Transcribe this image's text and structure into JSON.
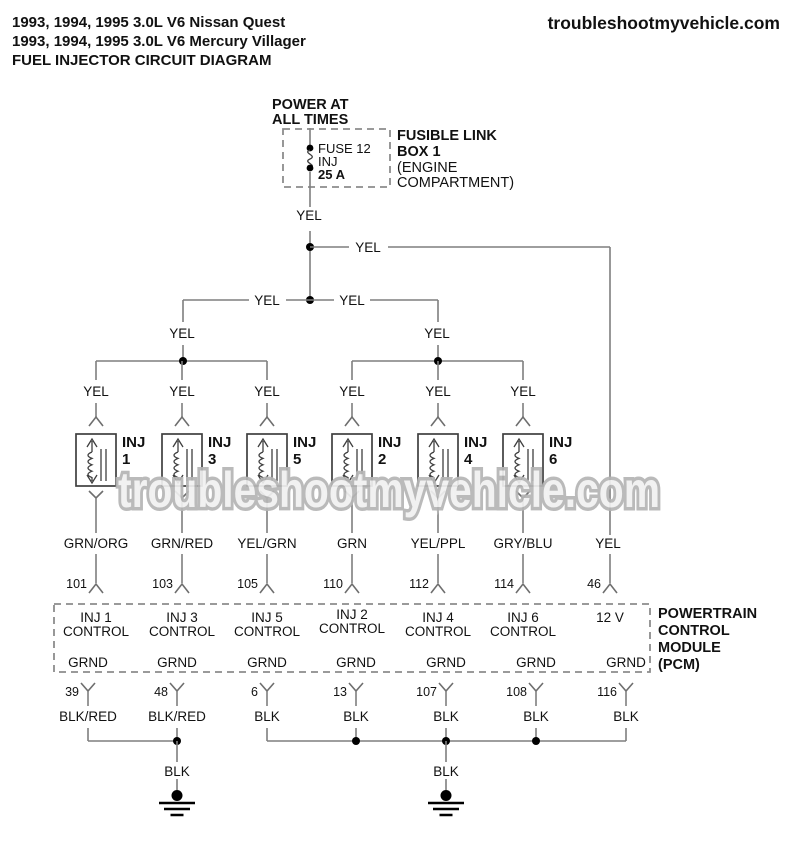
{
  "header": {
    "line1": "1993, 1994, 1995 3.0L V6 Nissan Quest",
    "line2": "1993, 1994, 1995 3.0L V6 Mercury Villager",
    "line3": "FUEL INJECTOR CIRCUIT DIAGRAM",
    "site": "troubleshootmyvehicle.com"
  },
  "power_source": {
    "line1": "POWER AT",
    "line2": "ALL TIMES"
  },
  "fuse": {
    "line1": "FUSE 12",
    "line2": "INJ",
    "line3": "25 A"
  },
  "fuse_box_label": {
    "line1": "FUSIBLE LINK",
    "line2": "BOX 1",
    "line3": "(ENGINE",
    "line4": "COMPARTMENT)"
  },
  "wire_colors": {
    "yel": "YEL",
    "blk": "BLK"
  },
  "injectors": [
    {
      "label": "INJ",
      "number": "1"
    },
    {
      "label": "INJ",
      "number": "3"
    },
    {
      "label": "INJ",
      "number": "5"
    },
    {
      "label": "INJ",
      "number": "2"
    },
    {
      "label": "INJ",
      "number": "4"
    },
    {
      "label": "INJ",
      "number": "6"
    }
  ],
  "columns": [
    {
      "wire_color": "GRN/ORG",
      "pcm_pin": "101",
      "pcm_line1": "INJ 1",
      "pcm_line2": "CONTROL",
      "ground": "GRND",
      "bottom_pin": "39",
      "bottom_wire_color": "BLK/RED"
    },
    {
      "wire_color": "GRN/RED",
      "pcm_pin": "103",
      "pcm_line1": "INJ 3",
      "pcm_line2": "CONTROL",
      "ground": "GRND",
      "bottom_pin": "48",
      "bottom_wire_color": "BLK/RED"
    },
    {
      "wire_color": "YEL/GRN",
      "pcm_pin": "105",
      "pcm_line1": "INJ 5",
      "pcm_line2": "CONTROL",
      "ground": "GRND",
      "bottom_pin": "6",
      "bottom_wire_color": "BLK"
    },
    {
      "wire_color": "GRN",
      "pcm_pin": "110",
      "pcm_line1": "INJ 2",
      "pcm_line2": "CONTROL",
      "ground": "GRND",
      "bottom_pin": "13",
      "bottom_wire_color": "BLK"
    },
    {
      "wire_color": "YEL/PPL",
      "pcm_pin": "112",
      "pcm_line1": "INJ 4",
      "pcm_line2": "CONTROL",
      "ground": "GRND",
      "bottom_pin": "107",
      "bottom_wire_color": "BLK"
    },
    {
      "wire_color": "GRY/BLU",
      "pcm_pin": "114",
      "pcm_line1": "INJ 6",
      "pcm_line2": "CONTROL",
      "ground": "GRND",
      "bottom_pin": "108",
      "bottom_wire_color": "BLK"
    },
    {
      "wire_color": "YEL",
      "pcm_pin": "46",
      "pcm_line1": "12 V",
      "pcm_line2": "",
      "ground": "GRND",
      "bottom_pin": "116",
      "bottom_wire_color": "BLK"
    }
  ],
  "pcm_label": {
    "line1": "POWERTRAIN",
    "line2": "CONTROL",
    "line3": "MODULE",
    "line4": "(PCM)"
  },
  "watermark": "troubleshootmyvehicle.com",
  "palette": {
    "wire_gray": "#7f7f7f",
    "ink": "#000000",
    "watermark_gray": "#b5b5b5"
  }
}
